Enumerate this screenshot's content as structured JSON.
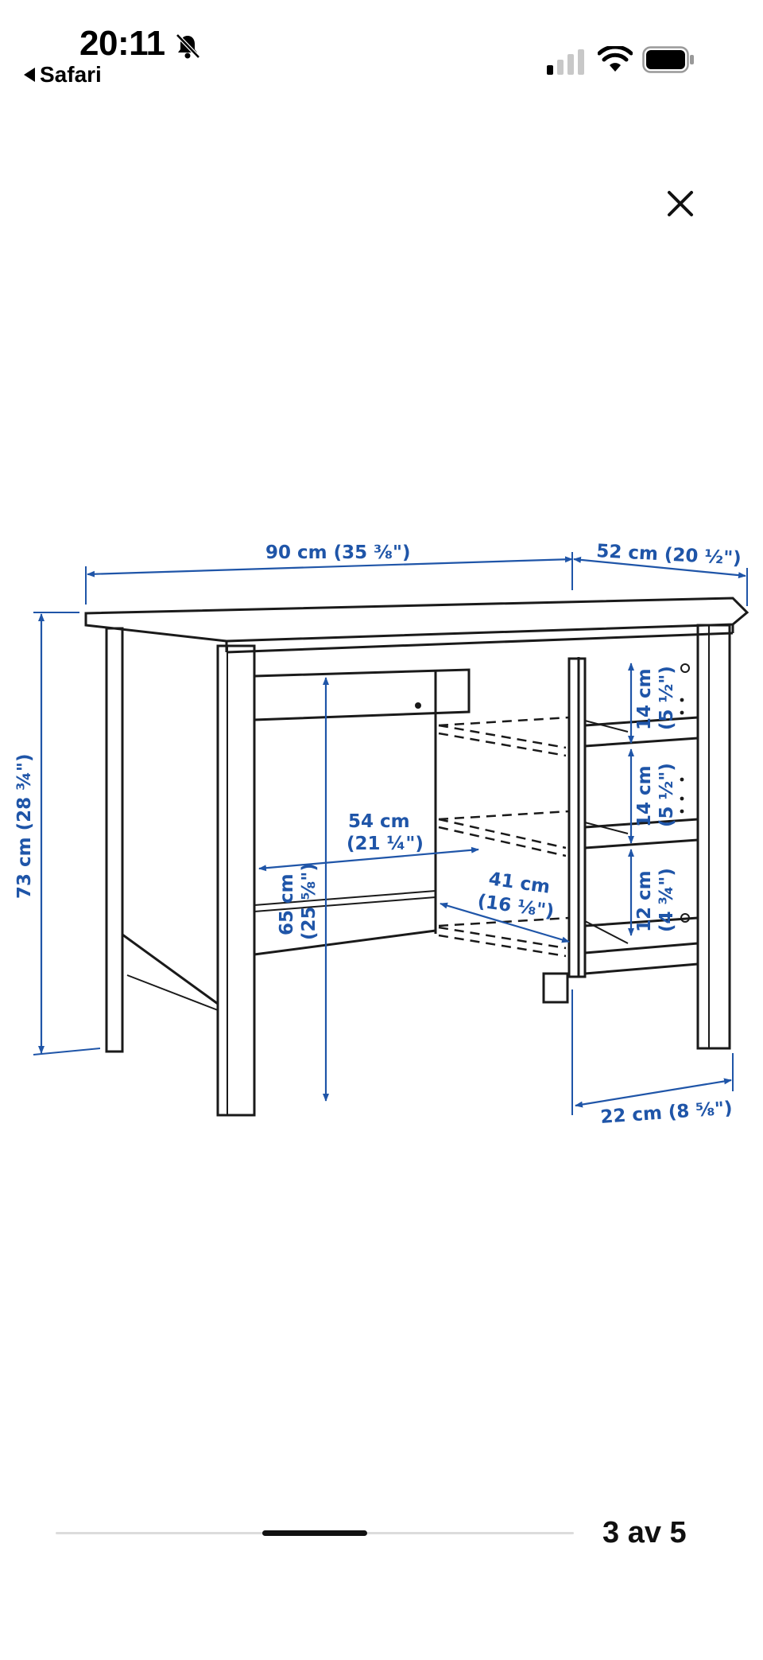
{
  "status_bar": {
    "time": "20:11",
    "back_label": "Safari",
    "icons": [
      "bell-slash-icon",
      "cellular-signal-icon",
      "wifi-icon",
      "battery-icon"
    ]
  },
  "viewer": {
    "close_icon": "close-icon",
    "counter": "3 av 5"
  },
  "colors": {
    "dimension_blue": "#1f55a8",
    "line_black": "#1a1a1a"
  },
  "dimensions": {
    "width": "90 cm (35 ⅜\")",
    "depth": "52 cm (20 ½\")",
    "height": "73 cm (28 ¾\")",
    "knee_width_1": "54 cm",
    "knee_width_2": "(21 ¼\")",
    "knee_height_1": "65 cm",
    "knee_height_2": "(25 ⅝\")",
    "knee_depth_1": "41 cm",
    "knee_depth_2": "(16 ⅛\")",
    "shelf_top_1": "14 cm",
    "shelf_top_2": "(5 ½\")",
    "shelf_mid_1": "14 cm",
    "shelf_mid_2": "(5 ½\")",
    "shelf_bottom_1": "12 cm",
    "shelf_bottom_2": "(4 ¾\")",
    "shelf_depth": "22 cm (8 ⅝\")"
  }
}
